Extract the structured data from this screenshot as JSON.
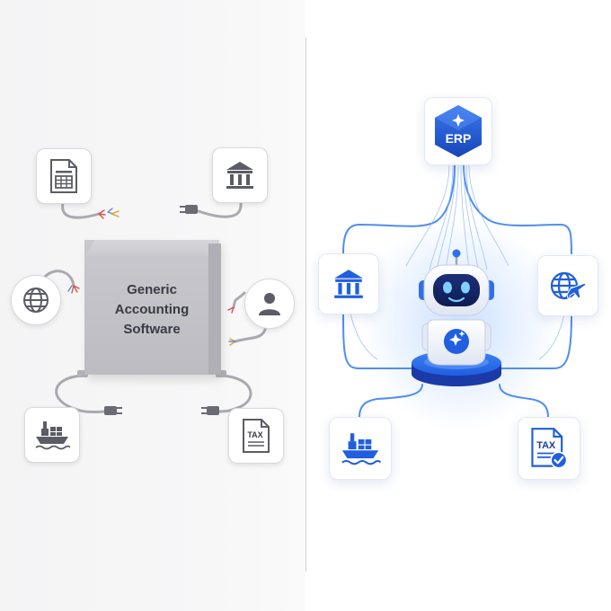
{
  "left_panel": {
    "center_box": {
      "lines": [
        "Generic",
        "Accounting",
        "Software"
      ]
    },
    "icons": {
      "tax_label": "TAX"
    }
  },
  "right_panel": {
    "erp_label": "ERP",
    "tax_label": "TAX"
  },
  "colors": {
    "left_gray": "#5c5c66",
    "box_gray": "#c4c4c9",
    "blue_primary": "#1f5fe0",
    "blue_dark": "#1a3aa8",
    "line_blue": "#4f8ef0"
  },
  "icon_names": [
    "spreadsheet-icon",
    "bank-icon",
    "globe-icon",
    "person-icon",
    "ship-icon",
    "tax-document-icon",
    "erp-cube-icon",
    "globe-plane-icon",
    "robot-icon",
    "checkmark-icon"
  ]
}
